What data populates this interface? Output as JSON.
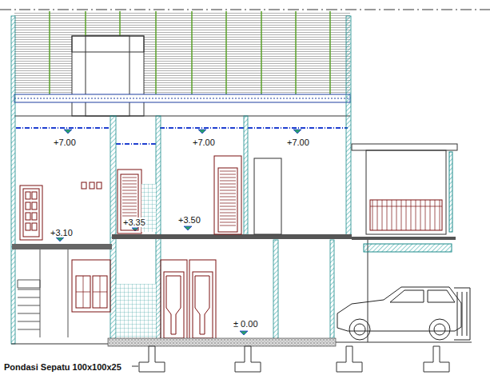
{
  "diagram": {
    "labels": [
      "+7.00",
      "+7.00",
      "+7.00",
      "+3.10",
      "+3.35",
      "+3.50",
      "± 0.00",
      "Pondasi Sepatu 100x100x25"
    ]
  }
}
